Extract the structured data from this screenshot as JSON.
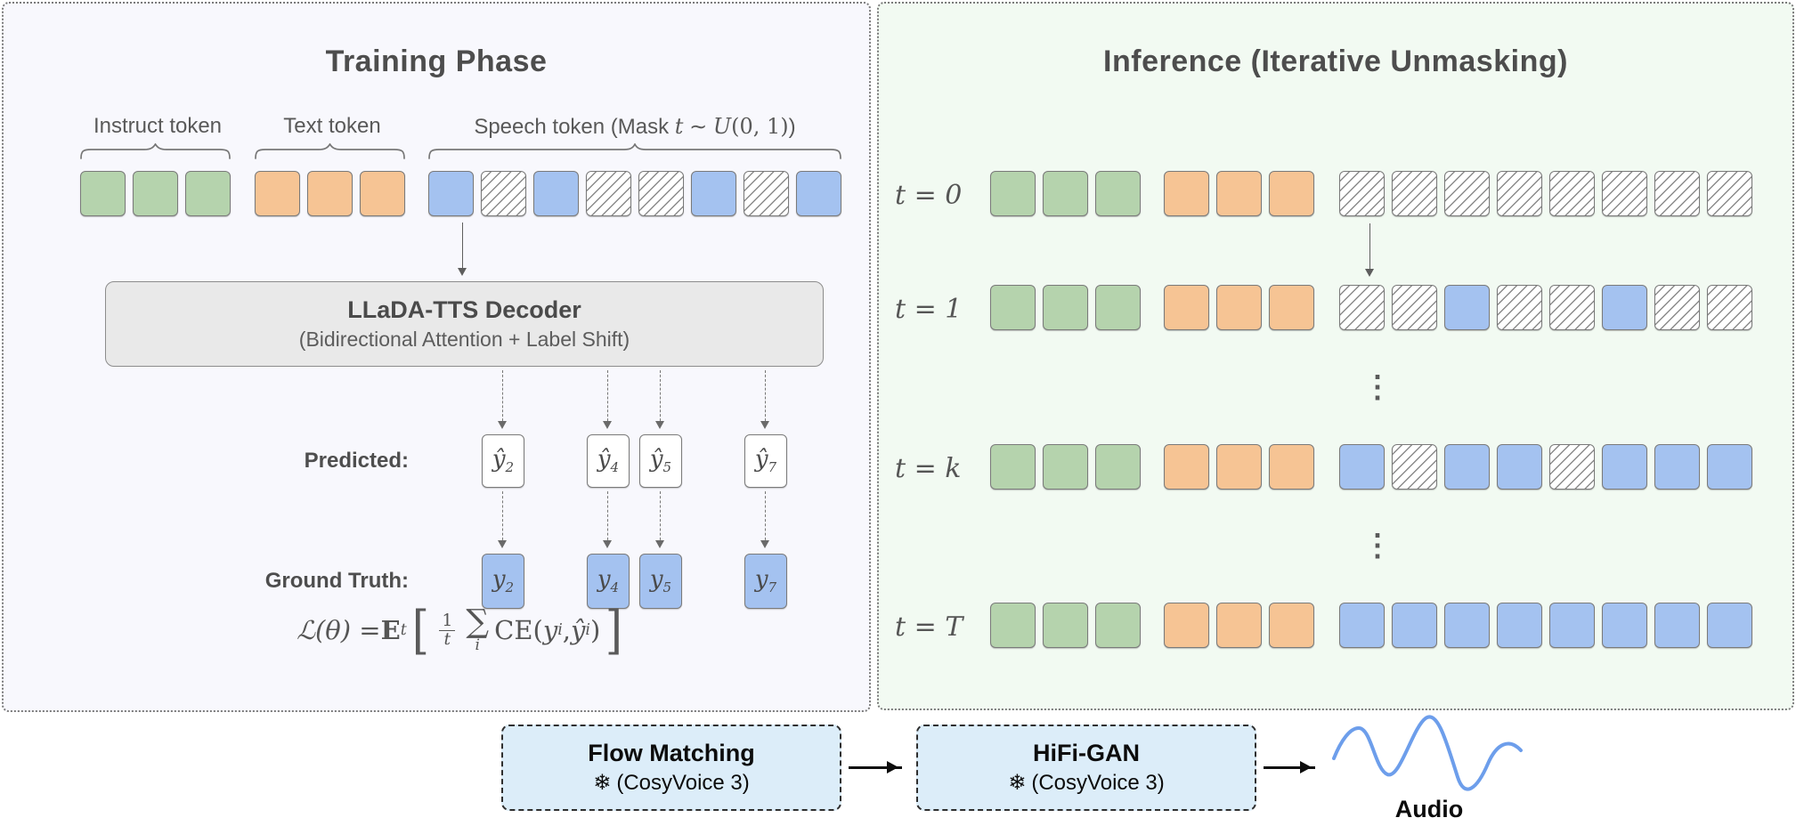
{
  "colors": {
    "instruct_token": "#b5d3ad",
    "text_token": "#f6c494",
    "speech_token": "#a4c2f0",
    "left_panel_bg": "#f8f8fd",
    "right_panel_bg": "#f2faf2",
    "decoder_bg": "#e9e9e9",
    "module_bg": "#dcedf9",
    "waveform": "#6d9eeb"
  },
  "left_panel": {
    "title": "Training Phase",
    "instruct_label": "Instruct token",
    "text_label": "Text token",
    "speech_label_parts": {
      "p1": "Speech token (Mask ",
      "t": "t",
      "sim": " ∼ ",
      "u": "U",
      "p2": "(0, 1)",
      "p3": ")"
    },
    "instruct_count": 3,
    "text_count": 3,
    "speech_pattern": [
      "filled",
      "masked",
      "filled",
      "masked",
      "masked",
      "filled",
      "masked",
      "filled"
    ],
    "decoder_title": "LLaDA-TTS Decoder",
    "decoder_subtitle": "(Bidirectional Attention + Label Shift)",
    "predicted_label": "Predicted:",
    "ground_truth_label": "Ground Truth:",
    "predicted_tokens": [
      {
        "base": "ŷ",
        "sub": "2"
      },
      {
        "base": "ŷ",
        "sub": "4"
      },
      {
        "base": "ŷ",
        "sub": "5"
      },
      {
        "base": "ŷ",
        "sub": "7"
      }
    ],
    "ground_truth_tokens": [
      {
        "base": "y",
        "sub": "2"
      },
      {
        "base": "y",
        "sub": "4"
      },
      {
        "base": "y",
        "sub": "5"
      },
      {
        "base": "y",
        "sub": "7"
      }
    ],
    "loss_formula": {
      "lhs": "ℒ(θ) = ",
      "expect": "E",
      "expect_sub": "t",
      "lbracket": "[",
      "num": "1",
      "den": "t",
      "sum": "∑",
      "sum_sub": "i",
      "ce": "CE(",
      "y": "y",
      "y_sub": "i",
      "comma": ", ",
      "yhat": "ŷ",
      "yhat_sub": "i",
      "rparen": ")",
      "rbracket": "]"
    }
  },
  "right_panel": {
    "title": "Inference (Iterative Unmasking)",
    "ellipsis": "⋮",
    "rows": [
      {
        "label": "t = 0",
        "instruct": 3,
        "text": 3,
        "speech": [
          "masked",
          "masked",
          "masked",
          "masked",
          "masked",
          "masked",
          "masked",
          "masked"
        ]
      },
      {
        "label": "t = 1",
        "instruct": 3,
        "text": 3,
        "speech": [
          "masked",
          "masked",
          "filled",
          "masked",
          "masked",
          "filled",
          "masked",
          "masked"
        ]
      },
      {
        "label": "t = k",
        "instruct": 3,
        "text": 3,
        "speech": [
          "filled",
          "masked",
          "filled",
          "filled",
          "masked",
          "filled",
          "filled",
          "filled"
        ]
      },
      {
        "label": "t = T",
        "instruct": 3,
        "text": 3,
        "speech": [
          "filled",
          "filled",
          "filled",
          "filled",
          "filled",
          "filled",
          "filled",
          "filled"
        ]
      }
    ]
  },
  "pipeline": {
    "flow_matching_title": "Flow Matching",
    "flow_matching_subtitle": "(CosyVoice 3)",
    "hifi_gan_title": "HiFi-GAN",
    "hifi_gan_subtitle": "(CosyVoice 3)",
    "frozen_icon": "❄",
    "audio_label": "Audio"
  }
}
